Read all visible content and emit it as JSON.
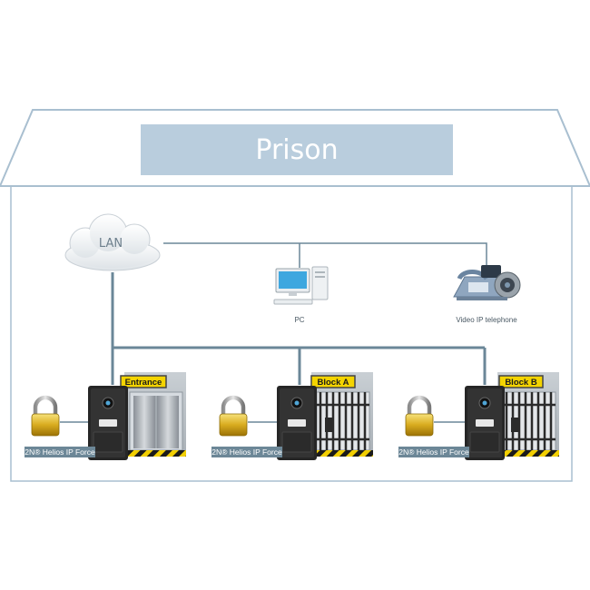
{
  "title": "Prison",
  "network": {
    "cloud_label": "LAN"
  },
  "devices": {
    "pc_label": "PC",
    "phone_label": "Video IP telephone"
  },
  "doors": [
    {
      "sign": "Entrance",
      "device_label": "2N® Helios IP Force",
      "kind": "elevator"
    },
    {
      "sign": "Block A",
      "device_label": "2N® Helios IP Force",
      "kind": "cell"
    },
    {
      "sign": "Block B",
      "device_label": "2N® Helios IP Force",
      "kind": "cell"
    }
  ],
  "colors": {
    "outline": "#a9bfd0",
    "banner": "#b9cddd",
    "network_line": "#6b8798",
    "label_bar": "#6c8797",
    "sign": "#f4d400"
  },
  "icons": [
    "cloud-icon",
    "pc-icon",
    "video-phone-icon",
    "padlock-icon",
    "intercom-icon",
    "door-icon"
  ]
}
